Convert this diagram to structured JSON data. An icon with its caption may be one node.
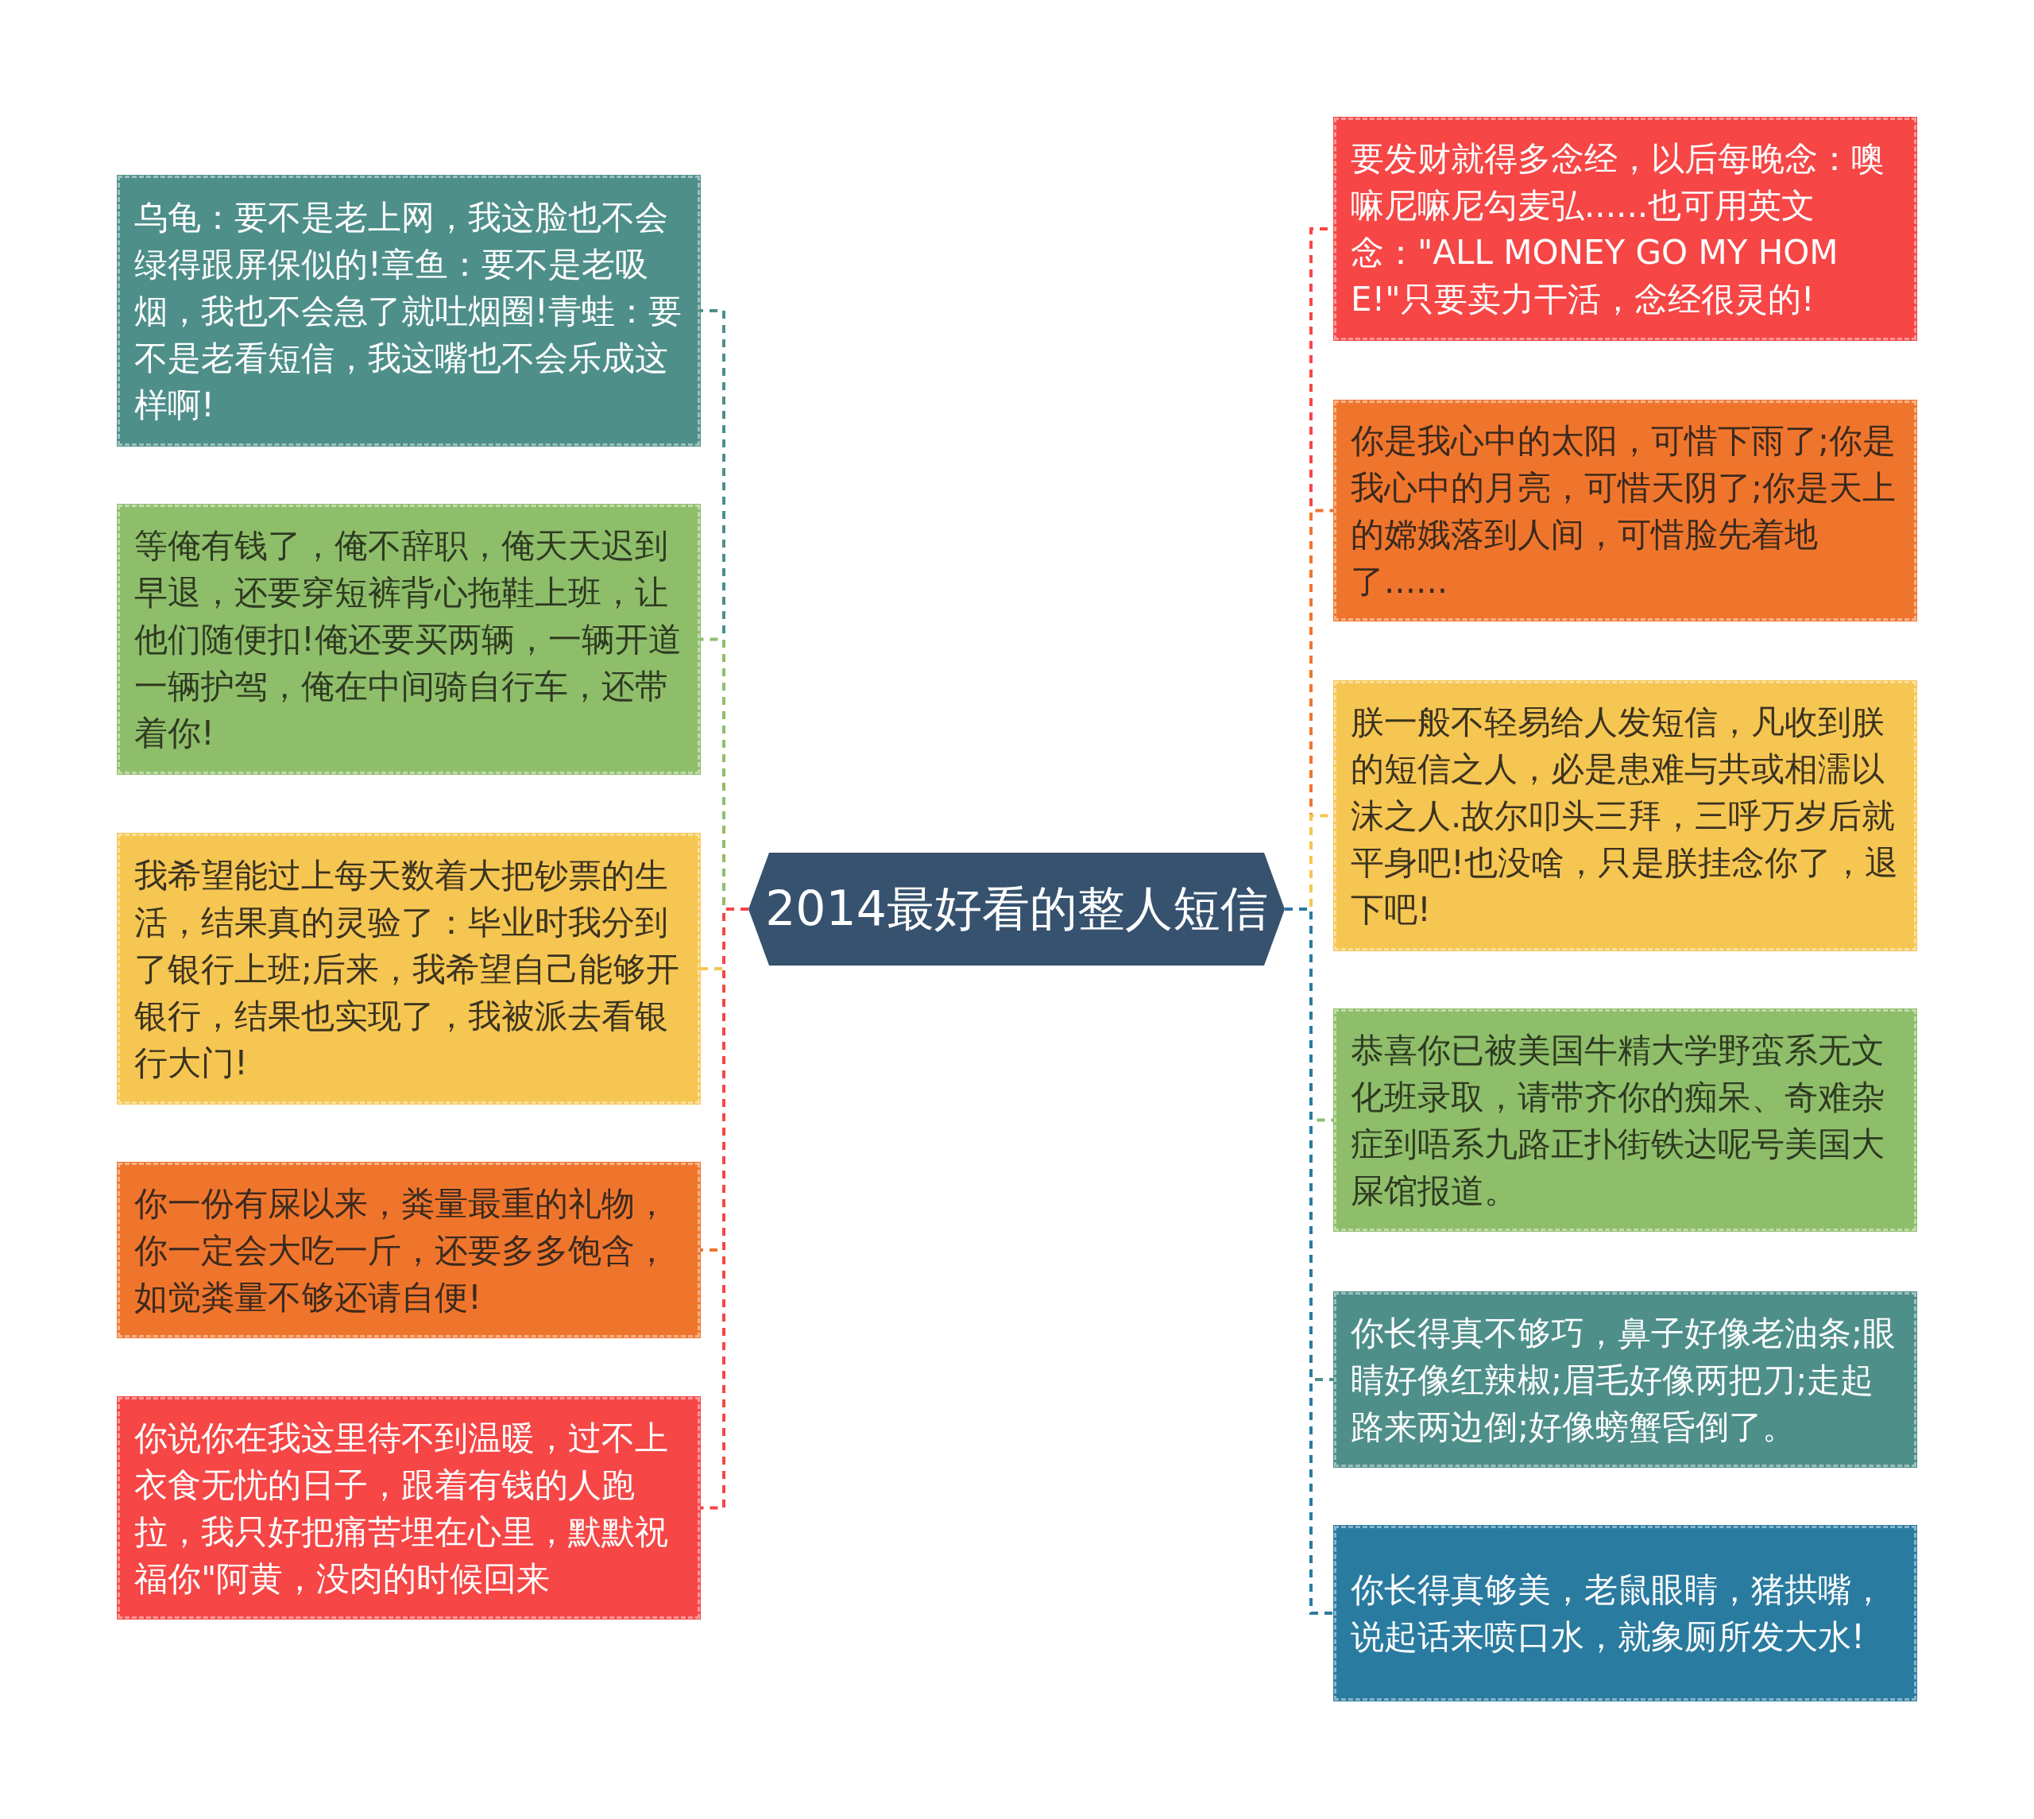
{
  "diagram": {
    "nodes": [
      {
        "text": [
          "2014最好看的整人短信"
        ]
      },
      {
        "text": [
          "乌龟：要不是老上网，我这脸也不会绿得跟屏保似的!章鱼：要不是老吸烟，我也不会急了就吐烟圈!青蛙：要不是老看短信，我这嘴也不会乐成这样啊!"
        ]
      },
      {
        "text": [
          "等俺有钱了，俺不辞职，俺天天迟到早退，还要穿短裤背心拖鞋上班，让他们随便扣!俺还要买两辆，一辆开道一辆护驾，俺在中间骑自行车，还带着你!"
        ]
      },
      {
        "text": [
          "我希望能过上每天数着大把钞票的生活，结果真的灵验了：毕业时我分到了银行上班;后来，我希望自己能够开银行，结果也实现了，我被派去看银行大门!"
        ]
      },
      {
        "text": [
          "你一份有屎以来，粪量最重的礼物，你一定会大吃一斤，还要多多饱含，如觉粪量不够还请自便!"
        ]
      },
      {
        "text": [
          "你说你在我这里待不到温暖，过不上衣食无忧的日子，跟着有钱的人跑拉，我只好把痛苦埋在心里，默默祝福你\"阿黄，没肉的时候回来"
        ]
      },
      {
        "text": [
          "要发财就得多念经，以后每晚念：噢嘛尼嘛尼勾麦弘......也可用英文念：\"ALL MONEY GO MY HOME!\"只要卖力干活，念经很灵的!"
        ]
      },
      {
        "text": [
          "你是我心中的太阳，可惜下雨了;你是我心中的月亮，可惜天阴了;你是天上的嫦娥落到人间，可惜脸先着地了......"
        ]
      },
      {
        "text": [
          "朕一般不轻易给人发短信，凡收到朕的短信之人，必是患难与共或相濡以沫之人.故尔叩头三拜，三呼万岁后就平身吧!也没啥，只是朕挂念你了，退下吧!"
        ]
      },
      {
        "text": [
          "恭喜你已被美国牛精大学野蛮系无文化班录取，请带齐你的痴呆、奇难杂症到唔系九路正扑街铁达呢号美国大屎馆报道。"
        ]
      },
      {
        "text": [
          "你长得真不够巧，鼻子好像老油条;眼睛好像红辣椒;眉毛好像两把刀;走起路来两边倒;好像螃蟹昏倒了。"
        ]
      },
      {
        "text": [
          "你长得真够美，老鼠眼睛，猪拱嘴，说起话来喷口水，就象厕所发大水!"
        ]
      }
    ],
    "edges": [
      {
        "from": 0,
        "to": 1,
        "arrow": "none",
        "style": "dashed",
        "color": "#4e8f8a"
      },
      {
        "from": 0,
        "to": 2,
        "arrow": "none",
        "style": "dashed",
        "color": "#8fbe6a"
      },
      {
        "from": 0,
        "to": 3,
        "arrow": "none",
        "style": "dashed",
        "color": "#f6c652"
      },
      {
        "from": 0,
        "to": 4,
        "arrow": "none",
        "style": "dashed",
        "color": "#f0752c"
      },
      {
        "from": 0,
        "to": 5,
        "arrow": "none",
        "style": "dashed",
        "color": "#f64646"
      },
      {
        "from": 0,
        "to": 6,
        "arrow": "none",
        "style": "dashed",
        "color": "#f64646"
      },
      {
        "from": 0,
        "to": 7,
        "arrow": "none",
        "style": "dashed",
        "color": "#f0752c"
      },
      {
        "from": 0,
        "to": 8,
        "arrow": "none",
        "style": "dashed",
        "color": "#f6c652"
      },
      {
        "from": 0,
        "to": 9,
        "arrow": "none",
        "style": "dashed",
        "color": "#8fbe6a"
      },
      {
        "from": 0,
        "to": 10,
        "arrow": "none",
        "style": "dashed",
        "color": "#4e8f8a"
      },
      {
        "from": 0,
        "to": 11,
        "arrow": "none",
        "style": "dashed",
        "color": "#2a7ba0"
      }
    ]
  }
}
